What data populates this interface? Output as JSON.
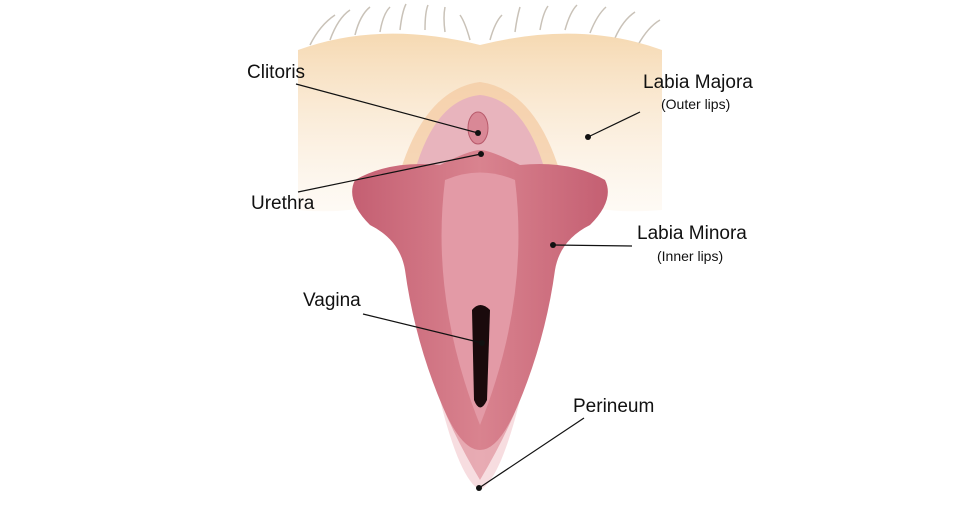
{
  "labels": {
    "clitoris": "Clitoris",
    "urethra": "Urethra",
    "vagina": "Vagina",
    "labia_majora": "Labia Majora",
    "labia_majora_sub": "(Outer lips)",
    "labia_minora": "Labia Minora",
    "labia_minora_sub": "(Inner lips)",
    "perineum": "Perineum"
  },
  "colors": {
    "skin": "#f7dcb8",
    "labia_minora": "#c9687a",
    "inner": "#e5a3ae",
    "opening": "#1a0a0c",
    "hair": "#c9c2b8",
    "leader": "#111111"
  }
}
